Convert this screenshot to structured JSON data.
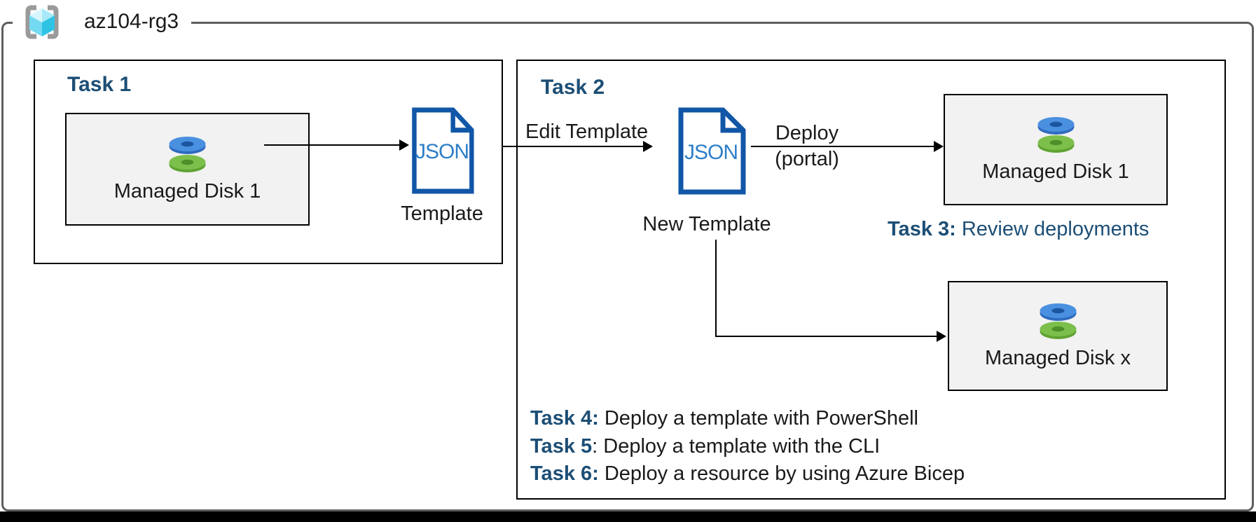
{
  "colors": {
    "navy": "#1C4E75",
    "text": "#1A1A1A",
    "doc-blue": "#1156A7",
    "json-blue": "#2E7FC8",
    "disk-blue": "#2F6BC0",
    "disk-blue-light": "#4A90E0",
    "disk-blue-dark": "#1C56A0",
    "disk-green": "#7CBF4B",
    "disk-green-side": "#5FA332",
    "disk-green-dark": "#4E8F2A",
    "box-fill": "#F2F2F2",
    "box-border": "#000000",
    "outer-border": "#5E5E5E",
    "bracket-gray": "#9A9A9A",
    "cube-top-left": "#D6F5FC",
    "cube-top-right": "#A9E9F7",
    "cube-left": "#74DAF1",
    "cube-right": "#2EC3E5"
  },
  "header": {
    "resource_group": "az104-rg3"
  },
  "task1": {
    "title": "Task 1",
    "disk": {
      "label": "Managed Disk 1"
    },
    "doc_label": "JSON",
    "doc_caption": "Template"
  },
  "connectors": {
    "edit_template": "Edit Template",
    "deploy_line1": "Deploy",
    "deploy_line2": "(portal)"
  },
  "task2": {
    "title": "Task 2",
    "doc_label": "JSON",
    "doc_caption": "New Template",
    "disk1": {
      "label": "Managed Disk 1"
    },
    "diskx": {
      "label": "Managed Disk x"
    },
    "task3": {
      "bold": "Task 3:",
      "rest": " Review deployments"
    },
    "task_list": [
      {
        "bold": "Task 4:",
        "rest": " Deploy a template with PowerShell"
      },
      {
        "bold": "Task 5",
        "rest": ": Deploy a template with the CLI"
      },
      {
        "bold": "Task 6:",
        "rest": " Deploy a resource by using Azure Bicep"
      }
    ]
  }
}
